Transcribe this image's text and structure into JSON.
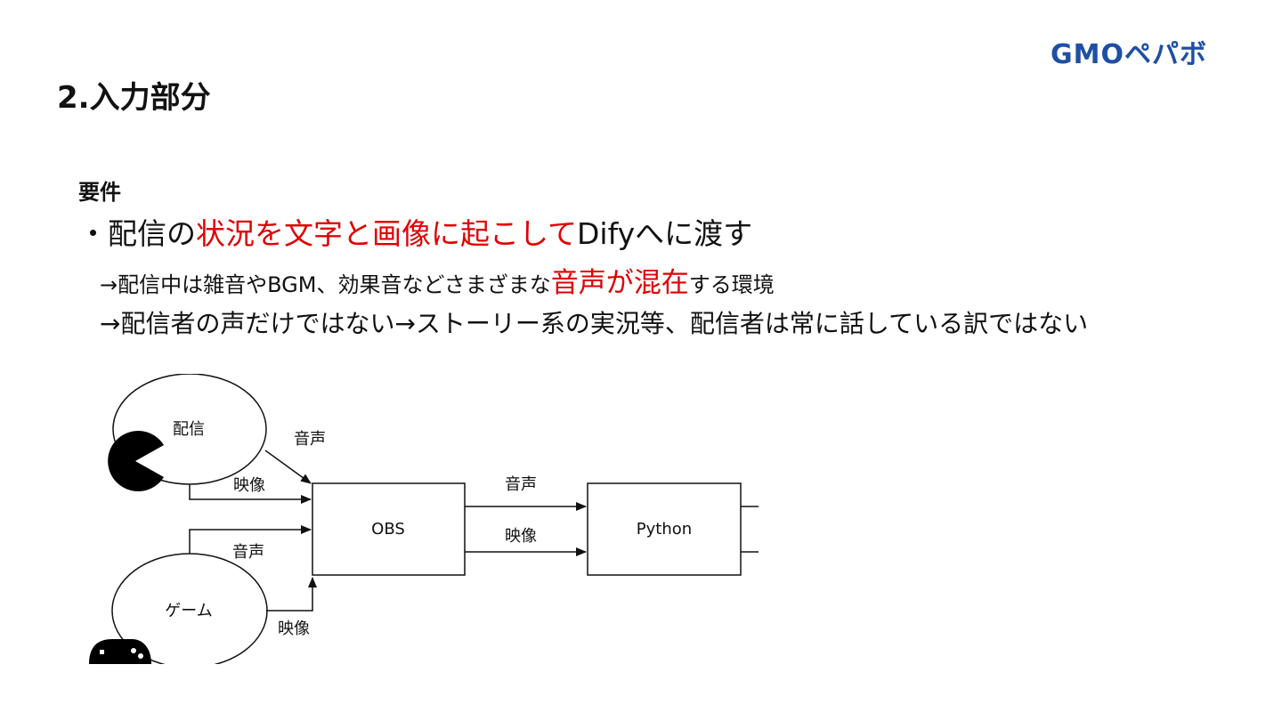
{
  "brand": {
    "logo_text": "GMOペパボ",
    "color": "#1e4fa3"
  },
  "slide": {
    "title": "2.入力部分",
    "requirements_label": "要件",
    "line1": {
      "bullet": "・",
      "p1": "配信の",
      "p2_red": "状況を文字と画像に起こして",
      "p3": "Difyへに渡す"
    },
    "line2": {
      "p1": "→配信中は雑音やBGM、効果音などさまざまな",
      "p2_red": "音声が混在",
      "p3": "する環境"
    },
    "line3": {
      "text": "→配信者の声だけではない→ストーリー系の実況等、配信者は常に話している訳ではない"
    }
  },
  "accent_color": "#e00000",
  "diagram": {
    "haishin": "配信",
    "game": "ゲーム",
    "obs": "OBS",
    "python": "Python",
    "onsei_1": "音声",
    "eizo_1": "映像",
    "onsei_2": "音声",
    "eizo_2": "映像",
    "onsei_3": "音声",
    "eizo_3": "映像",
    "icons": [
      "pacman-icon",
      "gamepad-icon"
    ]
  }
}
